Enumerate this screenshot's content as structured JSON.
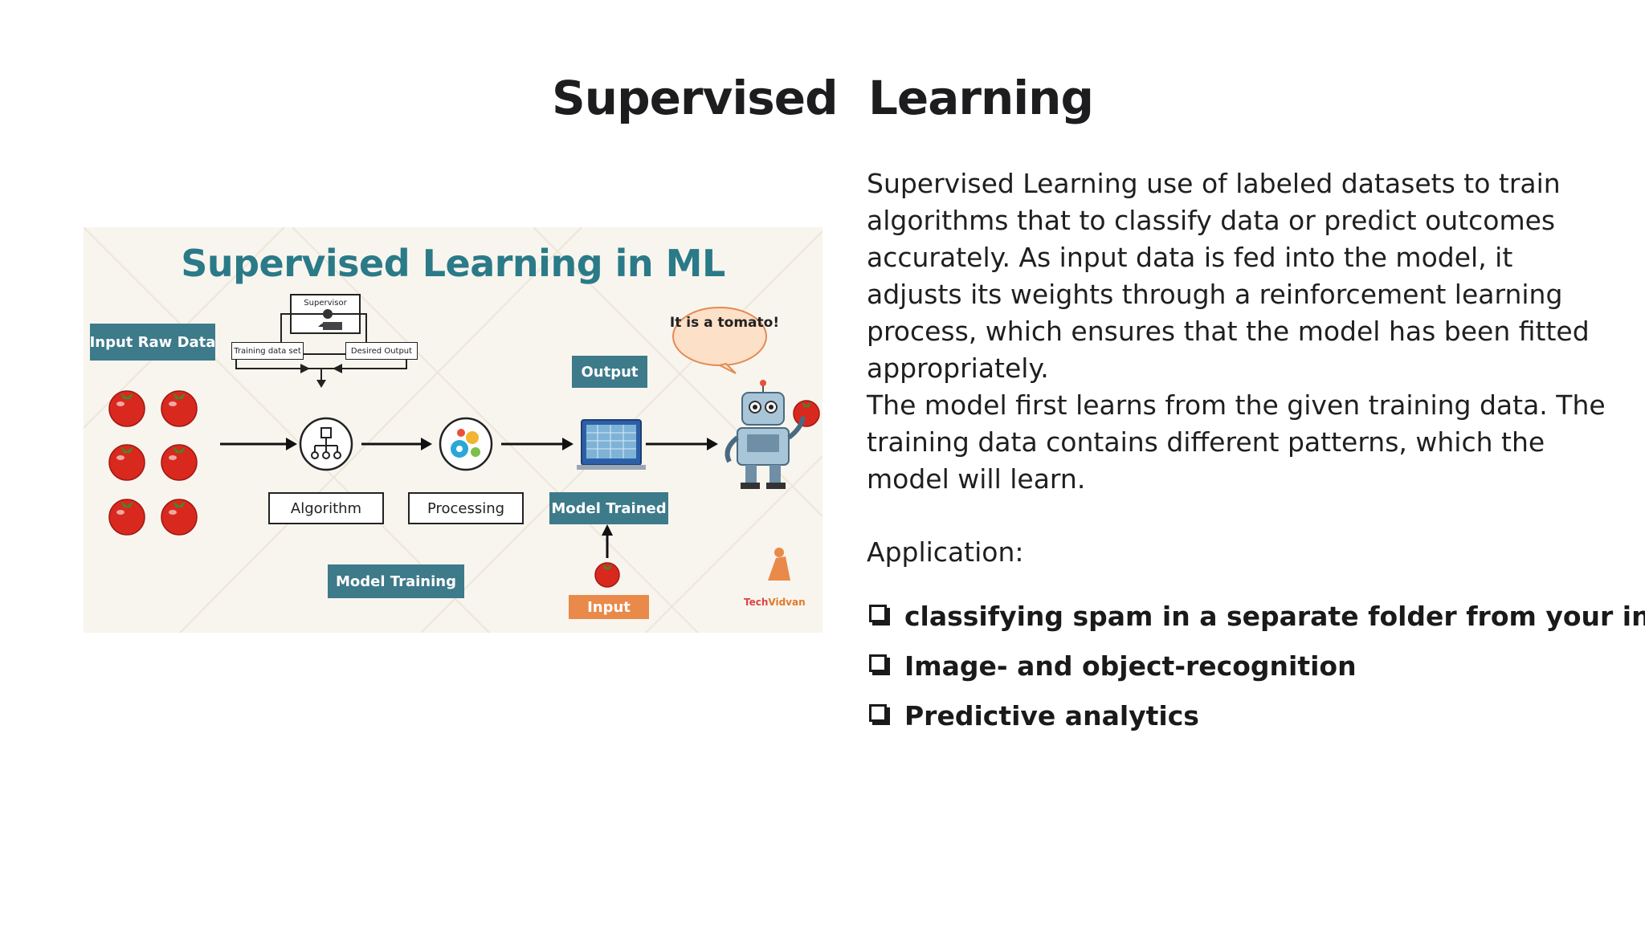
{
  "slide": {
    "title": "Supervised  Learning",
    "body_paragraphs": [
      "Supervised Learning use of labeled datasets to train algorithms that to classify data or predict outcomes accurately. As input data is fed into the model, it adjusts its weights through a reinforcement learning process, which ensures that the model has been fitted appropriately.",
      "The model first learns from the given training data. The training data contains different patterns, which the model will learn."
    ],
    "application_heading": "Application:",
    "applications": [
      "classifying spam in a separate folder from your inbox",
      "Image- and object-recognition",
      "Predictive analytics"
    ]
  },
  "figure": {
    "heading": "Supervised Learning in ML",
    "input_raw_data": "Input Raw Data",
    "supervisor": "Supervisor",
    "training_data_set": "Training data set",
    "desired_output": "Desired Output",
    "algorithm": "Algorithm",
    "processing": "Processing",
    "model_trained": "Model Trained",
    "output": "Output",
    "model_training": "Model Training",
    "input": "Input",
    "speech_bubble": "It is a tomato!",
    "watermark_part1": "Tech",
    "watermark_part2": "Vidvan",
    "colors": {
      "teal": "#3d7a8a",
      "heading": "#2a7a88",
      "orange": "#e98a4a",
      "tomato": "#d9291f"
    }
  }
}
